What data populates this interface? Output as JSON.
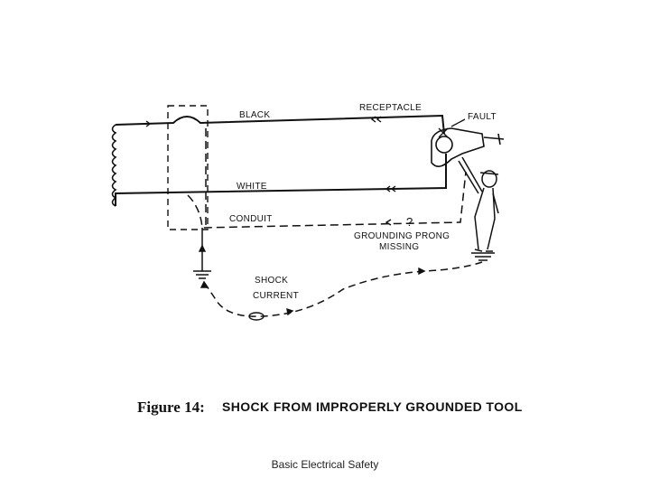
{
  "diagram": {
    "labels": {
      "black": "BLACK",
      "receptacle": "RECEPTACLE",
      "fault": "FAULT",
      "white": "WHITE",
      "conduit": "CONDUIT",
      "prong_line1": "GROUNDING PRONG",
      "prong_line2": "MISSING",
      "shock_line1": "SHOCK",
      "shock_line2": "CURRENT"
    },
    "caption": {
      "figure": "Figure 14:",
      "title": "SHOCK FROM IMPROPERLY GROUNDED TOOL"
    }
  },
  "footer": {
    "text": "Basic Electrical Safety"
  }
}
